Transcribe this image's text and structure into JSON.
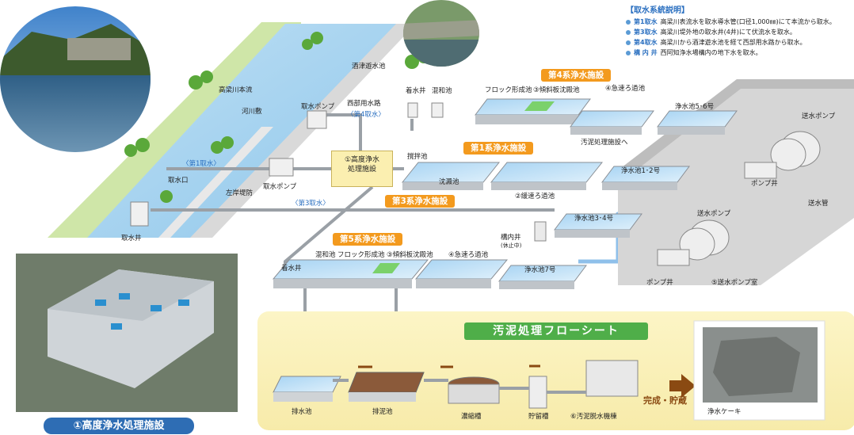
{
  "legend": {
    "title": "【取水系統説明】",
    "rows": [
      {
        "key": "第1取水",
        "text": "高梁川表流水を取水導水管(口径1,000㎜)にて本流から取水。"
      },
      {
        "key": "第3取水",
        "text": "高梁川堤外地の取水井(4井)にて伏流水を取水。"
      },
      {
        "key": "第4取水",
        "text": "高梁川から酒津遊水池を経て西部用水路から取水。"
      },
      {
        "key": "構 内 井",
        "text": "西阿知浄水場構内の地下水を取水。"
      }
    ]
  },
  "systems": {
    "sys4": "第4系浄水施設",
    "sys1": "第1系浄水施設",
    "sys3": "第3系浄水施設",
    "sys5": "第5系浄水施設"
  },
  "river": {
    "main_stream": "高梁川本流",
    "riverbed": "河川敷",
    "sakazu": "酒津遊水池",
    "seibu": "西部用水路",
    "left_bank": "左岸堤防"
  },
  "intake": {
    "intake_mouth": "取水口",
    "intake_well": "取水井",
    "intake1": "〈第1取水〉",
    "intake3": "〈第3取水〉",
    "intake4": "〈第4取水〉",
    "pump_a": "取水ポンプ",
    "pump_b": "取水ポンプ"
  },
  "facility": {
    "advanced_line1": "①高度浄水",
    "advanced_line2": "処理施設",
    "receiving_well_top": "着水井",
    "mixing_top": "混和池",
    "floc_top": "フロック形成池",
    "sed_top": "③傾斜板沈殿池",
    "rapid_top": "④急速ろ過池",
    "clear56": "浄水池5･6号",
    "sludge_to": "汚泥処理施設へ",
    "stir": "撹拌池",
    "sedimentation": "沈澱池",
    "slow_filter": "②緩速ろ過池",
    "clear12": "浄水池1･2号",
    "clear34": "浄水池3･4号",
    "onsite_well": "構内井",
    "onsite_well_sub": "(休止中)",
    "receiving_well_5": "着水井",
    "mixing_5": "混和池",
    "floc_5": "フロック形成池",
    "sed_5": "③傾斜板沈殿池",
    "rapid_5": "④急速ろ過池",
    "clear7": "浄水池7号",
    "pump_well_a": "ポンプ井",
    "pump_well_b": "ポンプ井",
    "send_pump_a": "送水ポンプ",
    "send_pump_b": "送水ポンプ",
    "send_pipe": "送水管",
    "send_pump_room": "⑤送水ポンプ室"
  },
  "sludge": {
    "title": "汚泥処理フローシート",
    "drain": "排水池",
    "mud": "排泥池",
    "thickener": "濃縮槽",
    "storage": "貯留槽",
    "dehydrator": "⑥汚泥脱水機棟",
    "done": "完成・貯蔵",
    "cake": "浄水ケーキ"
  },
  "caption": "①高度浄水処理施設"
}
